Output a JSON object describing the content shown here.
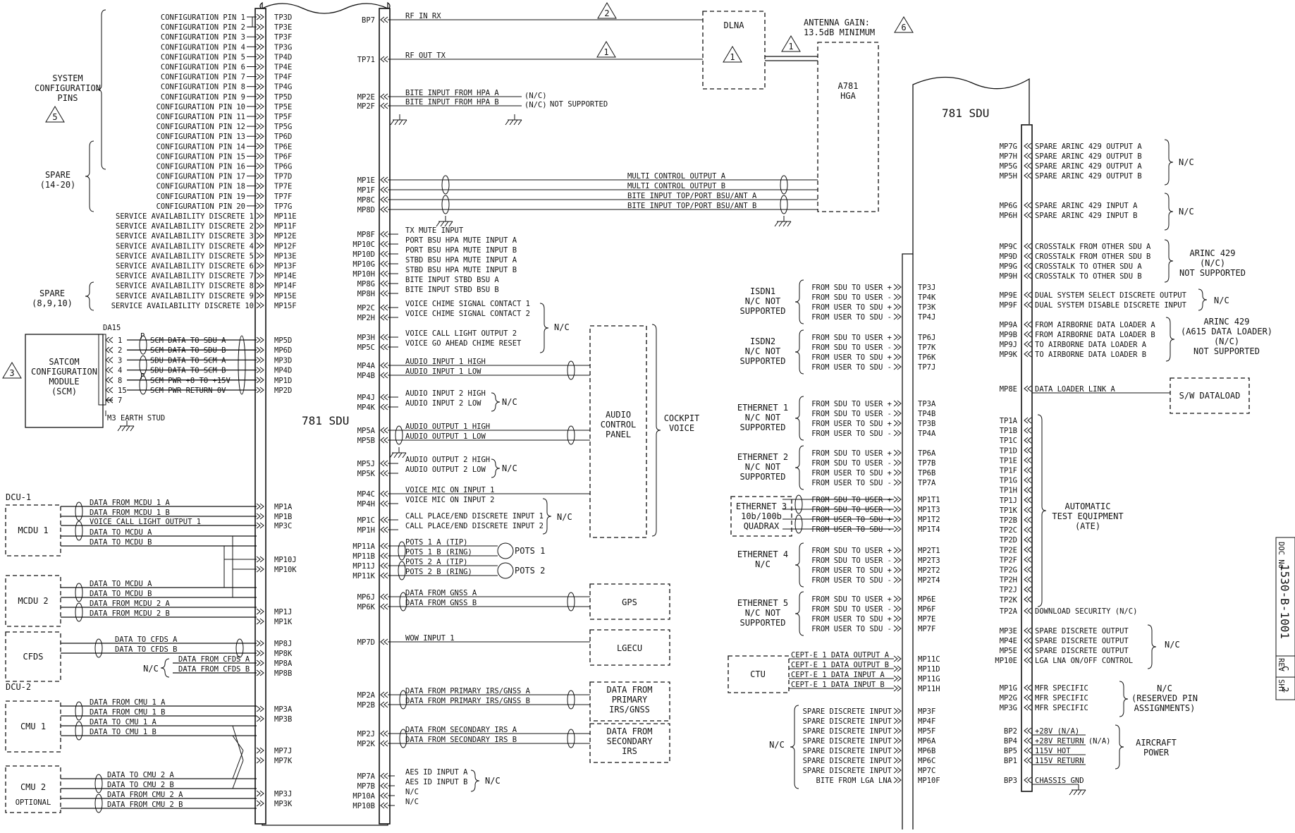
{
  "left_sdu": {
    "title": "781 SDU",
    "config_pins": [
      "CONFIGURATION PIN 1",
      "CONFIGURATION PIN 2",
      "CONFIGURATION PIN 3",
      "CONFIGURATION PIN 4",
      "CONFIGURATION PIN 5",
      "CONFIGURATION PIN 6",
      "CONFIGURATION PIN 7",
      "CONFIGURATION PIN 8",
      "CONFIGURATION PIN 9",
      "CONFIGURATION PIN 10",
      "CONFIGURATION PIN 11",
      "CONFIGURATION PIN 12",
      "CONFIGURATION PIN 13",
      "CONFIGURATION PIN 14",
      "CONFIGURATION PIN 15",
      "CONFIGURATION PIN 16",
      "CONFIGURATION PIN 17",
      "CONFIGURATION PIN 18",
      "CONFIGURATION PIN 19",
      "CONFIGURATION PIN 20"
    ],
    "config_pin_ids": [
      "TP3D",
      "TP3E",
      "TP3F",
      "TP3G",
      "TP4D",
      "TP4E",
      "TP4F",
      "TP4G",
      "TP5D",
      "TP5E",
      "TP5F",
      "TP5G",
      "TP6D",
      "TP6E",
      "TP6F",
      "TP6G",
      "TP7D",
      "TP7E",
      "TP7F",
      "TP7G"
    ],
    "service_discretes": [
      "SERVICE AVAILABILITY DISCRETE 1",
      "SERVICE AVAILABILITY DISCRETE 2",
      "SERVICE AVAILABILITY DISCRETE 3",
      "SERVICE AVAILABILITY DISCRETE 4",
      "SERVICE AVAILABILITY DISCRETE 5",
      "SERVICE AVAILABILITY DISCRETE 6",
      "SERVICE AVAILABILITY DISCRETE 7",
      "SERVICE AVAILABILITY DISCRETE 8",
      "SERVICE AVAILABILITY DISCRETE 9",
      "SERVICE AVAILABILITY DISCRETE 10"
    ],
    "service_pin_ids": [
      "MP11E",
      "MP11F",
      "MP12E",
      "MP12F",
      "MP13E",
      "MP13F",
      "MP14E",
      "MP14F",
      "MP15E",
      "MP15F"
    ],
    "group_system_config": [
      "SYSTEM",
      "CONFIGURATION",
      "PINS"
    ],
    "tri_system_config": "5",
    "group_spare_14_20": [
      "SPARE",
      "(14-20)"
    ],
    "group_spare_8_9_10": [
      "SPARE",
      "(8,9,10)"
    ],
    "scm": {
      "title": [
        "SATCOM",
        "CONFIGURATION",
        "MODULE",
        "(SCM)"
      ],
      "tri": "3",
      "conn": "DA15",
      "earth": "M3 EARTH STUD",
      "pin_numbers": [
        "1",
        "2",
        "3",
        "4",
        "8",
        "15",
        "7"
      ],
      "signals": [
        "SCM DATA TO SDU A",
        "SCM DATA TO SDU B",
        "SDU DATA TO SCM A",
        "SDU DATA TO SCM B",
        "SCM PWR +8 TO +15V",
        "SCM PWR RETURN 0V"
      ],
      "pin_ids": [
        "MP5D",
        "MP6D",
        "MP3D",
        "MP4D",
        "MP1D",
        "MP2D"
      ],
      "p_mark": "P"
    },
    "dcu1": "DCU-1",
    "dcu2": "DCU-2",
    "mcdu1": {
      "name": "MCDU 1",
      "signals": [
        "DATA FROM MCDU 1 A",
        "DATA FROM MCDU 1 B",
        "VOICE CALL LIGHT OUTPUT 1",
        "DATA TO MCDU A",
        "DATA TO MCDU B"
      ],
      "pin_ids": [
        "MP1A",
        "MP1B",
        "MP3C",
        "MP10J",
        "MP10K"
      ]
    },
    "mcdu2": {
      "name": "MCDU 2",
      "signals": [
        "DATA TO MCDU A",
        "DATA TO MCDU B",
        "DATA FROM MCDU 2 A",
        "DATA FROM MCDU 2 B"
      ],
      "pin_ids": [
        "MP1J",
        "MP1K"
      ]
    },
    "cfds": {
      "name": "CFDS",
      "signals": [
        "DATA TO CFDS A",
        "DATA TO CFDS B",
        "DATA FROM CFDS A",
        "DATA FROM CFDS B"
      ],
      "pin_ids": [
        "MP8J",
        "MP8K",
        "MP8A",
        "MP8B"
      ],
      "nc": "N/C"
    },
    "cmu1": {
      "name": "CMU 1",
      "signals": [
        "DATA FROM CMU 1 A",
        "DATA FROM CMU 1 B",
        "DATA TO CMU 1 A",
        "DATA TO CMU 1 B"
      ],
      "pin_ids": [
        "MP3A",
        "MP3B",
        "MP7J",
        "MP7K"
      ]
    },
    "cmu2": {
      "name": "CMU 2",
      "optional": "OPTIONAL",
      "signals": [
        "DATA TO CMU 2 A",
        "DATA TO CMU 2 B",
        "DATA FROM CMU 2 A",
        "DATA FROM CMU 2 B"
      ],
      "pin_ids": [
        "MP3J",
        "MP3K"
      ]
    }
  },
  "middle": {
    "title": "781 SDU",
    "rf": {
      "rx_pin": "BP7",
      "rx_label": "RF IN RX",
      "rx_tri": "2",
      "tx_pin": "TP71",
      "tx_label": "RF OUT TX",
      "tx_tri": "1",
      "dlna": "DLNA",
      "dlna_tri": "1",
      "ant_tri": "1",
      "antenna_gain": [
        "ANTENNA GAIN:",
        "13.5dB MINIMUM"
      ],
      "gain_tri": "6",
      "hga": [
        "A781",
        "HGA"
      ]
    },
    "bite_hpa": {
      "pins": [
        "MP2E",
        "MP2F"
      ],
      "signals": [
        "BITE INPUT FROM HPA A",
        "BITE INPUT FROM HPA B"
      ],
      "nc": [
        "(N/C)",
        "(N/C)"
      ],
      "note": "NOT SUPPORTED"
    },
    "multi": {
      "pins": [
        "MP1E",
        "MP1F",
        "MP8C",
        "MP8D"
      ],
      "signals": [
        "MULTI CONTROL OUTPUT A",
        "MULTI CONTROL OUTPUT B",
        "BITE INPUT TOP/PORT BSU/ANT A",
        "BITE INPUT TOP/PORT BSU/ANT B"
      ]
    },
    "mute": {
      "pins": [
        "MP8F",
        "MP10C",
        "MP10D",
        "MP10G",
        "MP10H",
        "MP8G",
        "MP8H"
      ],
      "signals": [
        "TX MUTE INPUT",
        "PORT BSU HPA MUTE INPUT A",
        "PORT BSU HPA MUTE INPUT B",
        "STBD BSU HPA MUTE INPUT A",
        "STBD BSU HPA MUTE INPUT B",
        "BITE INPUT STBD BSU A",
        "BITE INPUT STBD BSU B"
      ]
    },
    "chime": {
      "pins": [
        "MP2C",
        "MP2H",
        "MP3H",
        "MP5C"
      ],
      "signals": [
        "VOICE CHIME SIGNAL CONTACT 1",
        "VOICE CHIME SIGNAL CONTACT 2",
        "VOICE CALL LIGHT OUTPUT 2",
        "VOICE GO AHEAD CHIME RESET"
      ],
      "nc": "N/C"
    },
    "audio": {
      "pins": [
        "MP4A",
        "MP4B",
        "MP4J",
        "MP4K",
        "MP5A",
        "MP5B",
        "MP5J",
        "MP5K",
        "MP4C",
        "MP4H",
        "MP1C",
        "MP1H"
      ],
      "signals": [
        "AUDIO INPUT 1 HIGH",
        "AUDIO INPUT 1 LOW",
        "AUDIO INPUT 2 HIGH",
        "AUDIO INPUT 2 LOW",
        "AUDIO OUTPUT 1 HIGH",
        "AUDIO OUTPUT 1 LOW",
        "AUDIO OUTPUT 2 HIGH",
        "AUDIO OUTPUT 2 LOW",
        "VOICE MIC ON INPUT 1",
        "VOICE MIC ON INPUT 2",
        "CALL PLACE/END DISCRETE INPUT 1",
        "CALL PLACE/END DISCRETE INPUT 2"
      ],
      "nc": [
        "N/C",
        "N/C",
        "N/C"
      ],
      "acp": [
        "AUDIO",
        "CONTROL",
        "PANEL"
      ],
      "cockpit": [
        "COCKPIT",
        "VOICE"
      ]
    },
    "pots": {
      "pins": [
        "MP11A",
        "MP11B",
        "MP11J",
        "MP11K"
      ],
      "signals": [
        "POTS 1 A (TIP)",
        "POTS 1 B (RING)",
        "POTS 2 A (TIP)",
        "POTS 2 B (RING)"
      ],
      "labels": [
        "POTS 1",
        "POTS 2"
      ]
    },
    "gnss": {
      "pins": [
        "MP6J",
        "MP6K"
      ],
      "signals": [
        "DATA FROM GNSS A",
        "DATA FROM GNSS B"
      ],
      "box": "GPS"
    },
    "wow": {
      "pin": "MP7D",
      "signal": "WOW INPUT 1",
      "box": "LGECU"
    },
    "irs1": {
      "pins": [
        "MP2A",
        "MP2B"
      ],
      "signals": [
        "DATA FROM PRIMARY IRS/GNSS A",
        "DATA FROM PRIMARY IRS/GNSS B"
      ],
      "box": [
        "DATA FROM",
        "PRIMARY",
        "IRS/GNSS"
      ]
    },
    "irs2": {
      "pins": [
        "MP2J",
        "MP2K"
      ],
      "signals": [
        "DATA FROM SECONDARY IRS A",
        "DATA FROM SECONDARY IRS B"
      ],
      "box": [
        "DATA FROM",
        "SECONDARY",
        "IRS"
      ]
    },
    "aes": {
      "pins": [
        "MP7A",
        "MP7B",
        "MP10A",
        "MP10B"
      ],
      "signals": [
        "AES ID INPUT A",
        "AES ID INPUT B",
        "N/C",
        "N/C"
      ],
      "nc": "N/C"
    }
  },
  "right_sdu": {
    "title": "781 SDU",
    "isdn_signals": [
      "FROM SDU TO USER +",
      "FROM SDU TO USER -",
      "FROM USER TO SDU +",
      "FROM USER TO SDU -"
    ],
    "isdn1": {
      "label": [
        "ISDN1",
        "N/C NOT",
        "SUPPORTED"
      ],
      "pins": [
        "TP3J",
        "TP4K",
        "TP3K",
        "TP4J"
      ]
    },
    "isdn2": {
      "label": [
        "ISDN2",
        "N/C NOT",
        "SUPPORTED"
      ],
      "pins": [
        "TP6J",
        "TP7K",
        "TP6K",
        "TP7J"
      ]
    },
    "eth1": {
      "label": [
        "ETHERNET 1",
        "N/C NOT",
        "SUPPORTED"
      ],
      "pins": [
        "TP3A",
        "TP4B",
        "TP3B",
        "TP4A"
      ]
    },
    "eth2": {
      "label": [
        "ETHERNET 2",
        "N/C NOT",
        "SUPPORTED"
      ],
      "pins": [
        "TP6A",
        "TP7B",
        "TP6B",
        "TP7A"
      ]
    },
    "eth3": {
      "label": [
        "ETHERNET 3",
        "10b/100b",
        "QUADRAX"
      ],
      "pins": [
        "MP1T1",
        "MP1T3",
        "MP1T2",
        "MP1T4"
      ]
    },
    "eth4": {
      "label": [
        "ETHERNET 4",
        "N/C"
      ],
      "pins": [
        "MP2T1",
        "MP2T3",
        "MP2T2",
        "MP2T4"
      ]
    },
    "eth5": {
      "label": [
        "ETHERNET 5",
        "N/C NOT",
        "SUPPORTED"
      ],
      "pins": [
        "MP6E",
        "MP6F",
        "MP7E",
        "MP7F"
      ]
    },
    "ctu": {
      "box": "CTU",
      "signals": [
        "CEPT-E 1 DATA OUTPUT A",
        "CEPT-E 1 DATA OUTPUT B",
        "CEPT-E 1 DATA INPUT A",
        "CEPT-E 1 DATA INPUT B"
      ],
      "pins": [
        "MP11C",
        "MP11D",
        "MP11G",
        "MP11H"
      ]
    },
    "spare_disc": {
      "signals": [
        "SPARE DISCRETE INPUT",
        "SPARE DISCRETE INPUT",
        "SPARE DISCRETE INPUT",
        "SPARE DISCRETE INPUT",
        "SPARE DISCRETE INPUT",
        "SPARE DISCRETE INPUT",
        "SPARE DISCRETE INPUT",
        "BITE FROM LGA LNA"
      ],
      "pins": [
        "MP3F",
        "MP4F",
        "MP5F",
        "MP6A",
        "MP6B",
        "MP6C",
        "MP7C",
        "MP10F"
      ],
      "nc": "N/C"
    },
    "arinc_out": {
      "pins": [
        "MP7G",
        "MP7H",
        "MP5G",
        "MP5H"
      ],
      "signals": [
        "SPARE ARINC 429 OUTPUT A",
        "SPARE ARINC 429 OUTPUT B",
        "SPARE ARINC 429 OUTPUT A",
        "SPARE ARINC 429 OUTPUT B"
      ],
      "nc": "N/C"
    },
    "arinc_in": {
      "pins": [
        "MP6G",
        "MP6H"
      ],
      "signals": [
        "SPARE ARINC 429 INPUT A",
        "SPARE ARINC 429 INPUT B"
      ],
      "nc": "N/C"
    },
    "crosstalk": {
      "pins": [
        "MP9C",
        "MP9D",
        "MP9G",
        "MP9H"
      ],
      "signals": [
        "CROSSTALK FROM OTHER SDU A",
        "CROSSTALK FROM OTHER SDU B",
        "CROSSTALK TO OTHER SDU A",
        "CROSSTALK TO OTHER SDU B"
      ],
      "note": [
        "ARINC 429",
        "(N/C)",
        "NOT SUPPORTED"
      ]
    },
    "dual": {
      "pins": [
        "MP9E",
        "MP9F"
      ],
      "signals": [
        "DUAL SYSTEM SELECT DISCRETE OUTPUT",
        "DUAL SYSTEM DISABLE DISCRETE INPUT"
      ],
      "nc": "N/C"
    },
    "loader": {
      "pins": [
        "MP9A",
        "MP9B",
        "MP9J",
        "MP9K"
      ],
      "signals": [
        "FROM AIRBORNE DATA LOADER A",
        "FROM AIRBORNE DATA LOADER B",
        "TO AIRBORNE DATA LOADER A",
        "TO AIRBORNE DATA LOADER B"
      ],
      "note": [
        "ARINC 429",
        "(A615 DATA LOADER)",
        "(N/C)",
        "NOT SUPPORTED"
      ]
    },
    "dataload": {
      "pin": "MP8E",
      "signal": "DATA LOADER LINK A",
      "box": "S/W DATALOAD"
    },
    "ate": {
      "pins": [
        "TP1A",
        "TP1B",
        "TP1C",
        "TP1D",
        "TP1E",
        "TP1F",
        "TP1G",
        "TP1H",
        "TP1J",
        "TP1K",
        "TP2B",
        "TP2C",
        "TP2D",
        "TP2E",
        "TP2F",
        "TP2G",
        "TP2H",
        "TP2J",
        "TP2K"
      ],
      "label": [
        "AUTOMATIC",
        "TEST EQUIPMENT",
        "(ATE)"
      ]
    },
    "download": {
      "pin": "TP2A",
      "signal": "DOWNLOAD SECURITY  (N/C)"
    },
    "spare_out": {
      "pins": [
        "MP3E",
        "MP4E",
        "MP5E",
        "MP10E"
      ],
      "signals": [
        "SPARE DISCRETE OUTPUT",
        "SPARE DISCRETE OUTPUT",
        "SPARE DISCRETE OUTPUT",
        "LGA LNA ON/OFF CONTROL"
      ],
      "nc": "N/C"
    },
    "mfr": {
      "pins": [
        "MP1G",
        "MP2G",
        "MP3G"
      ],
      "signals": [
        "MFR SPECIFIC",
        "MFR SPECIFIC",
        "MFR SPECIFIC"
      ],
      "note": [
        "N/C",
        "(RESERVED PIN",
        "ASSIGNMENTS)"
      ]
    },
    "power": {
      "pins": [
        "BP2",
        "BP4",
        "BP5",
        "BP1"
      ],
      "signals": [
        "+28V        (N/A)",
        "+28V RETURN (N/A)",
        "115V HOT",
        "115V RETURN"
      ],
      "label": [
        "AIRCRAFT",
        "POWER"
      ]
    },
    "chassis": {
      "pin": "BP3",
      "signal": "CHASSIS GND"
    }
  },
  "title_block": {
    "doc_label": "DOC No",
    "doc_no": "1530-B-1001",
    "rev_label": "REV",
    "rev": "C",
    "sht_label": "SHT",
    "sht": "2"
  }
}
